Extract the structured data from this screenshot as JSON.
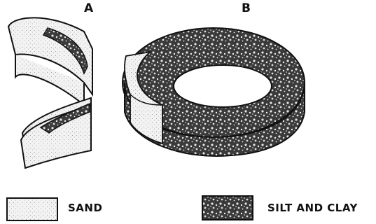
{
  "panels": {
    "a_label": "A",
    "b_label": "B"
  },
  "legend": {
    "sand_label": "SAND",
    "silt_clay_label": "SILT AND CLAY"
  },
  "colors": {
    "ink": "#111111",
    "sand_fill": "#f2f2f2",
    "silt_clay_fill": "#5a5a5a"
  }
}
